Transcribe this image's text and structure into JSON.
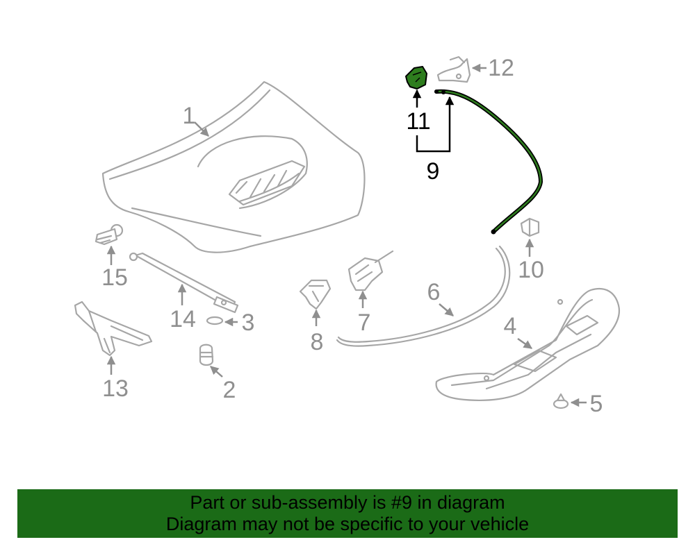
{
  "callouts": {
    "c1": "1",
    "c2": "2",
    "c3": "3",
    "c4": "4",
    "c5": "5",
    "c6": "6",
    "c7": "7",
    "c8": "8",
    "c9": "9",
    "c10": "10",
    "c11": "11",
    "c12": "12",
    "c13": "13",
    "c14": "14",
    "c15": "15"
  },
  "highlight_color": "#2e7d1e",
  "banner": {
    "line1": "Part or sub-assembly is #9 in diagram",
    "line2": "Diagram may not be specific to your vehicle",
    "background": "#1b6b17"
  }
}
